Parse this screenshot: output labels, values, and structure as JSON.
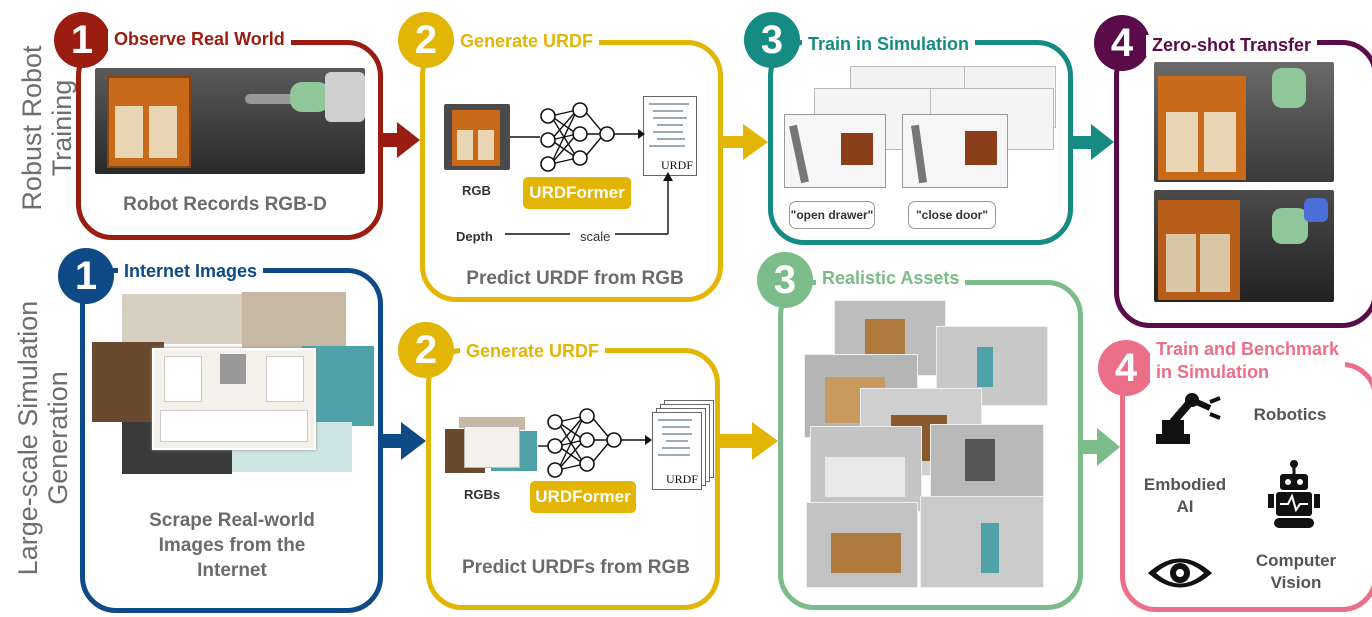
{
  "row_labels": {
    "top": "Robust Robot\nTraining",
    "bottom": "Large-scale Simulation\nGeneration"
  },
  "colors": {
    "red": "#9b1d12",
    "yellow": "#e3b505",
    "teal": "#158b84",
    "purple": "#5b0a4a",
    "blue": "#0e4a86",
    "green": "#7cbb8a",
    "pink": "#ec6f8a"
  },
  "top": {
    "observe": {
      "badge": "1",
      "title": "Observe Real World",
      "caption": "Robot Records RGB-D"
    },
    "generate": {
      "badge": "2",
      "title": "Generate URDF",
      "caption": "Predict URDF from RGB",
      "rgb_label": "RGB",
      "depth_label": "Depth",
      "scale_label": "scale",
      "model": "URDFormer",
      "doc_label": "URDF"
    },
    "train": {
      "badge": "3",
      "title": "Train in Simulation",
      "tasks": [
        "\"open drawer\"",
        "\"close door\""
      ]
    },
    "transfer": {
      "badge": "4",
      "title": "Zero-shot Transfer"
    }
  },
  "bottom": {
    "internet": {
      "badge": "1",
      "title": "Internet Images",
      "caption": "Scrape Real-world\nImages from the\nInternet"
    },
    "generate": {
      "badge": "2",
      "title": "Generate URDF",
      "caption": "Predict URDFs from RGB",
      "rgb_label": "RGBs",
      "model": "URDFormer",
      "doc_label": "URDF"
    },
    "assets": {
      "badge": "3",
      "title": "Realistic Assets"
    },
    "benchmark": {
      "badge": "4",
      "title": "Train and Benchmark\nin Simulation",
      "items": {
        "robotics": "Robotics",
        "embodied": "Embodied\nAI",
        "vision": "Computer\nVision"
      },
      "icons": [
        "robot-arm-icon",
        "robot-icon",
        "eye-icon"
      ]
    }
  }
}
